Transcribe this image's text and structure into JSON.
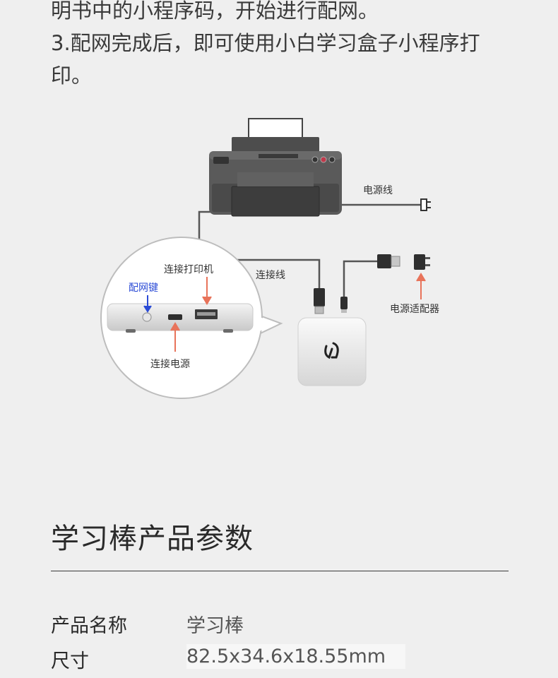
{
  "intro": {
    "line1": "明书中的小程序码，开始进行配网。",
    "line2": "3.配网完成后，即可使用小白学习盒子小程序打",
    "line3": "印。"
  },
  "diagram": {
    "power_cord": "电源线",
    "connect_printer": "连接打印机",
    "network_key": "配网键",
    "connect_cable": "连接线",
    "power_adapter": "电源适配器",
    "connect_power": "连接电源"
  },
  "specs": {
    "title": "学习棒产品参数",
    "rows": [
      {
        "label": "产品名称",
        "value": "学习棒"
      },
      {
        "label": "尺寸",
        "value": "82.5x34.6x18.55mm"
      }
    ]
  },
  "colors": {
    "background": "#efefef",
    "arrow_red": "#e8735a",
    "arrow_blue": "#2b4bd6",
    "printer_body": "#555555"
  }
}
